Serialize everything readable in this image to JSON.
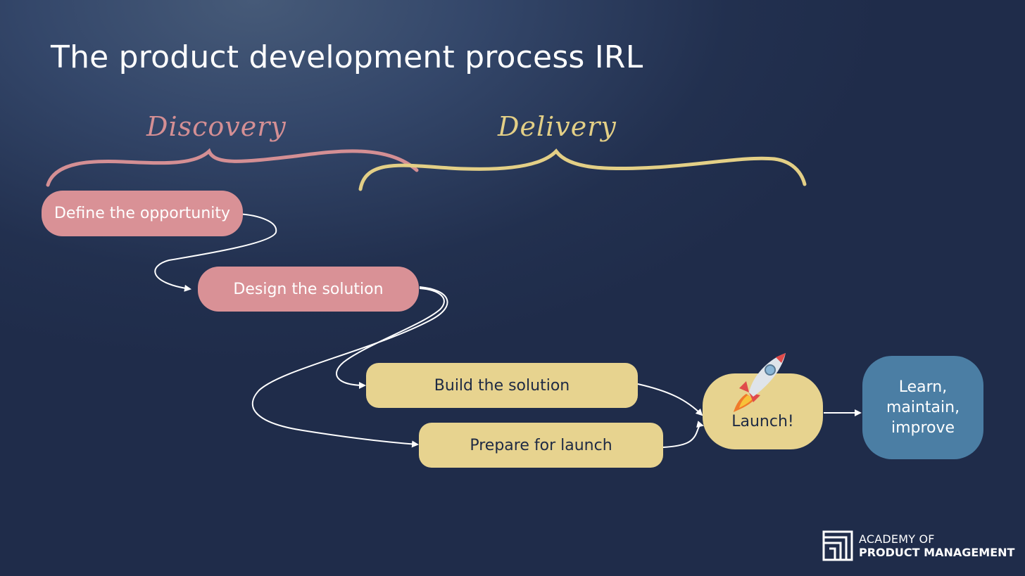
{
  "title": "The product development process IRL",
  "phases": {
    "discovery": "Discovery",
    "delivery": "Delivery"
  },
  "nodes": {
    "define": "Define the opportunity",
    "design": "Design the solution",
    "build": "Build the solution",
    "prepare": "Prepare for launch",
    "launch": "Launch!",
    "learn": [
      "Learn,",
      "maintain,",
      "improve"
    ]
  },
  "logo": {
    "line1": "ACADEMY OF",
    "line2": "PRODUCT MANAGEMENT"
  },
  "colors": {
    "discovery": "#d99196",
    "delivery": "#e7d38f",
    "post_launch": "#4b7ea4",
    "background": "#22304f"
  },
  "icons": [
    "rocket-icon",
    "academy-logo-icon"
  ]
}
